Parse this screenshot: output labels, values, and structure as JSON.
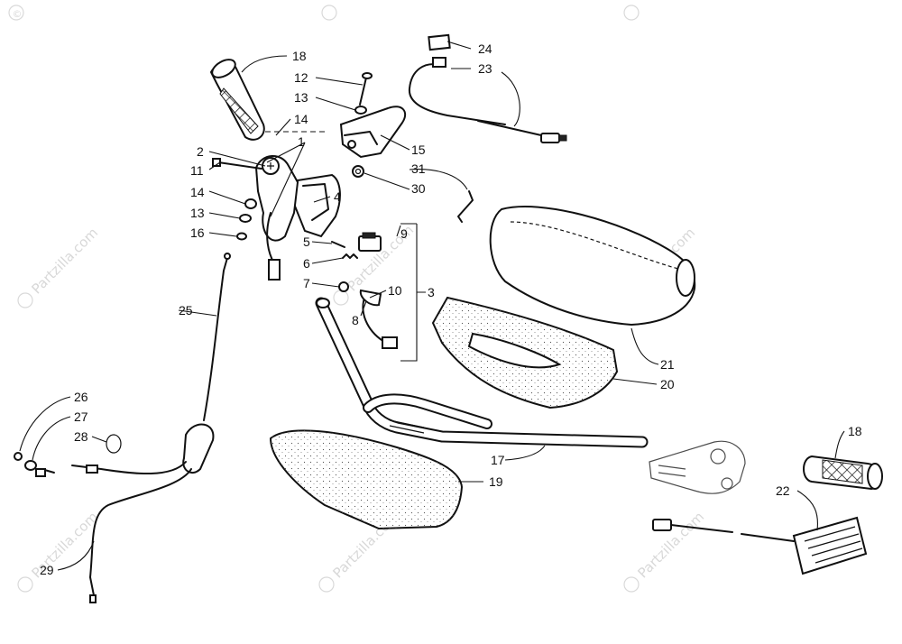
{
  "watermark": {
    "text": "Partzilla.com",
    "symbol": "©"
  },
  "callouts": [
    {
      "id": "1",
      "label": "1"
    },
    {
      "id": "2",
      "label": "2"
    },
    {
      "id": "3",
      "label": "3"
    },
    {
      "id": "4",
      "label": "4"
    },
    {
      "id": "5",
      "label": "5"
    },
    {
      "id": "6",
      "label": "6"
    },
    {
      "id": "7",
      "label": "7"
    },
    {
      "id": "8",
      "label": "8"
    },
    {
      "id": "9",
      "label": "9"
    },
    {
      "id": "10",
      "label": "10"
    },
    {
      "id": "11",
      "label": "11"
    },
    {
      "id": "12",
      "label": "12"
    },
    {
      "id": "13a",
      "label": "13"
    },
    {
      "id": "13b",
      "label": "13"
    },
    {
      "id": "14a",
      "label": "14"
    },
    {
      "id": "14b",
      "label": "14"
    },
    {
      "id": "15",
      "label": "15"
    },
    {
      "id": "16",
      "label": "16"
    },
    {
      "id": "17",
      "label": "17"
    },
    {
      "id": "18a",
      "label": "18"
    },
    {
      "id": "18b",
      "label": "18"
    },
    {
      "id": "19",
      "label": "19"
    },
    {
      "id": "20",
      "label": "20"
    },
    {
      "id": "21",
      "label": "21"
    },
    {
      "id": "22",
      "label": "22"
    },
    {
      "id": "23",
      "label": "23"
    },
    {
      "id": "24",
      "label": "24"
    },
    {
      "id": "25",
      "label": "25"
    },
    {
      "id": "26",
      "label": "26"
    },
    {
      "id": "27",
      "label": "27"
    },
    {
      "id": "28",
      "label": "28"
    },
    {
      "id": "29",
      "label": "29"
    },
    {
      "id": "30",
      "label": "30"
    },
    {
      "id": "31",
      "label": "31"
    }
  ]
}
